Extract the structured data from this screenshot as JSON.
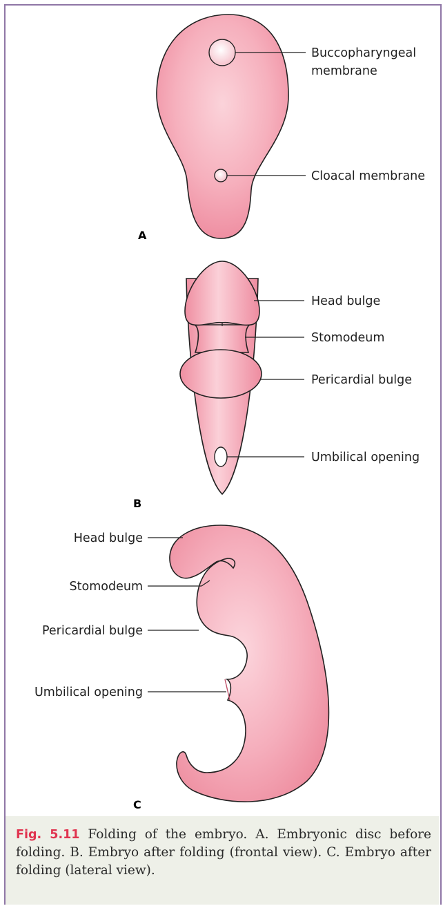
{
  "figure": {
    "panel_a": {
      "label": "A",
      "callouts": {
        "buccopharyngeal_line1": "Buccopharyngeal",
        "buccopharyngeal_line2": "membrane",
        "cloacal": "Cloacal membrane"
      }
    },
    "panel_b": {
      "label": "B",
      "callouts": {
        "head_bulge": "Head bulge",
        "stomodeum": "Stomodeum",
        "pericardial_bulge": "Pericardial bulge",
        "umbilical_opening": "Umbilical opening"
      }
    },
    "panel_c": {
      "label": "C",
      "callouts": {
        "head_bulge": "Head bulge",
        "stomodeum": "Stomodeum",
        "pericardial_bulge": "Pericardial bulge",
        "umbilical_opening": "Umbilical opening"
      }
    },
    "colors": {
      "tissue": "#f19aab",
      "tissue_light": "#fbd5dc",
      "outline": "#222222",
      "frame": "#8f76a6",
      "caption_bg": "#eef0e8",
      "fig_number": "#e0334f"
    }
  },
  "caption": {
    "fig_number": "Fig. 5.11",
    "text": " Folding of the embryo. A. Embryonic disc before folding. B. Embryo after folding (frontal view). C. Embryo after folding (lateral view)."
  }
}
